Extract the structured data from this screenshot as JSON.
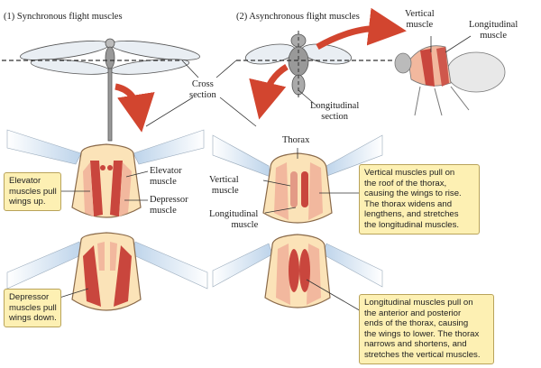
{
  "panels": {
    "sync_title": "(1) Synchronous flight muscles",
    "async_title": "(2) Asynchronous flight muscles"
  },
  "labels": {
    "vertical_muscle_top": "Vertical\nmuscle",
    "longitudinal_muscle_top": "Longitudinal\nmuscle",
    "cross_section": "Cross\nsection",
    "longitudinal_section": "Longitudinal\nsection",
    "thorax": "Thorax",
    "elevator_muscle": "Elevator\nmuscle",
    "depressor_muscle": "Depressor\nmuscle",
    "vertical_muscle": "Vertical\nmuscle",
    "longitudinal_muscle": "Longitudinal\nmuscle"
  },
  "callouts": {
    "elevator_up": "Elevator\nmuscles pull\nwings up.",
    "depressor_down": "Depressor\nmuscles pull\nwings down.",
    "vertical_pull": "Vertical muscles pull on\nthe roof of the thorax,\ncausing the wings to rise.\nThe thorax widens and\nlengthens, and stretches\nthe longitudinal muscles.",
    "longitudinal_pull": "Longitudinal muscles pull on\nthe anterior and posterior\nends of the thorax, causing\nthe wings to lower. The thorax\nnarrows and shortens, and\nstretches the vertical muscles."
  },
  "colors": {
    "muscle_red": "#c9463d",
    "muscle_light": "#f2b89e",
    "thorax_fill": "#fbe3b8",
    "callout_fill": "#fdf0b3",
    "arrow_red": "#d2452f",
    "wing_blue": "#cfe0f0"
  }
}
